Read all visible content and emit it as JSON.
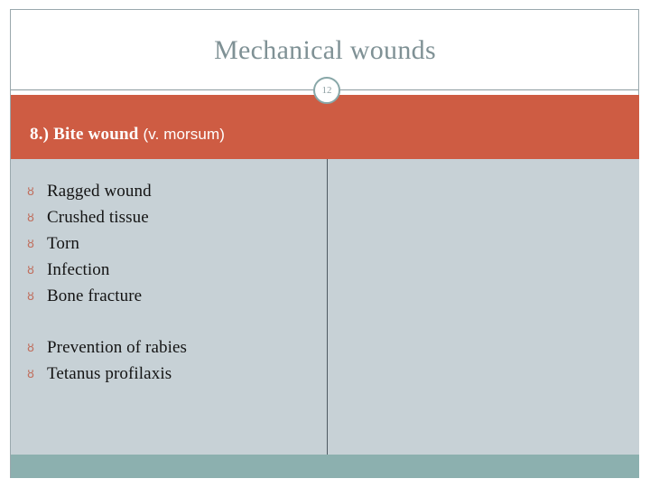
{
  "slide": {
    "title": "Mechanical wounds",
    "page_number": "12",
    "banner": {
      "heading_main": "8.) Bite wound ",
      "heading_sub": "(v. morsum)"
    },
    "bullet_glyph": "ȣ",
    "left_column": {
      "group_1": [
        {
          "text": "Ragged wound"
        },
        {
          "text": "Crushed tissue"
        },
        {
          "text": "Torn"
        },
        {
          "text": "Infection"
        },
        {
          "text": "Bone fracture"
        }
      ],
      "group_2": [
        {
          "text": "Prevention of rabies"
        },
        {
          "text": "Tetanus profilaxis"
        }
      ]
    },
    "right_column": {
      "items": []
    }
  },
  "colors": {
    "banner": "#ce5c43",
    "content_background": "#c7d1d6",
    "bottom_band": "#8cb0af",
    "title_text": "#7f9195",
    "bullet_marker": "#c0705f",
    "body_text": "#141414",
    "frame_border": "#9aa8ad",
    "divider": "#4e5a62"
  }
}
